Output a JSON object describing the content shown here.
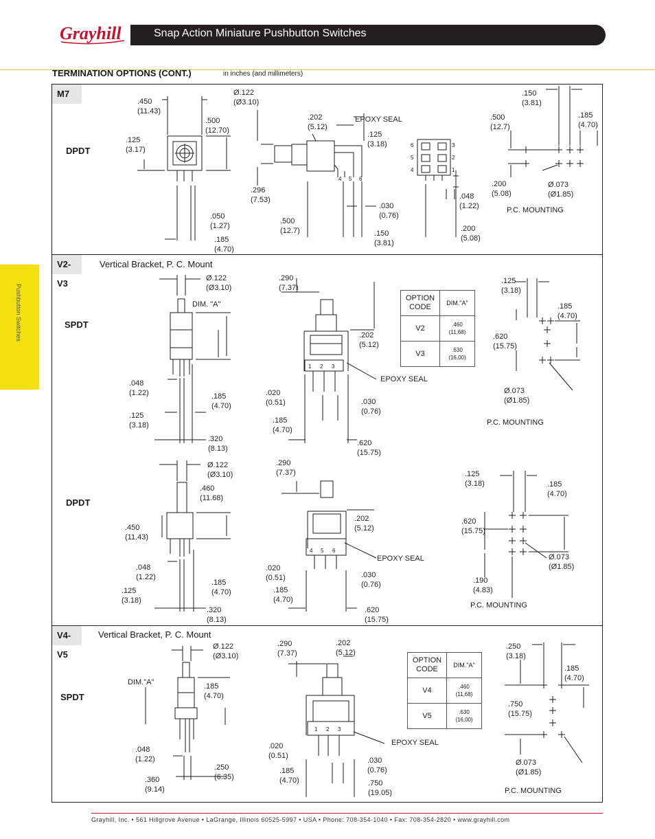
{
  "header": {
    "brand": "Grayhill",
    "title": "Snap Action Miniature Pushbutton Switches"
  },
  "side_tab": {
    "label": "Pushbutton Switches"
  },
  "section": {
    "title": "TERMINATION OPTIONS (CONT.)",
    "units": "in inches (and millimeters)"
  },
  "rows": [
    {
      "code": "M7",
      "poles": [
        "DPDT"
      ],
      "labels": [
        ".450\n(11.43)",
        ".125\n(3.17)",
        ".500\n(12.70)",
        "Ø.122\n(Ø3.10)",
        ".202\n(5.12)",
        "EPOXY SEAL",
        ".125\n(3.18)",
        ".296\n(7.53)",
        ".050\n(1.27)",
        ".185\n(4.70)",
        ".500\n(12.7)",
        ".030\n(0.76)",
        ".150\n(3.81)",
        ".048\n(1.22)",
        ".200\n(5.08)",
        ".150\n(3.81)",
        ".500\n(12.7)",
        ".185\n(4.70)",
        ".200\n(5.08)",
        "Ø.073\n(Ø1.85)"
      ],
      "pins": [
        "6",
        "5",
        "4",
        "3",
        "2",
        "1",
        "4",
        "5",
        "6"
      ],
      "caption": "P.C. MOUNTING"
    },
    {
      "code": "V2-V3",
      "description": "Vertical Bracket, P. C. Mount",
      "poles": [
        "SPDT",
        "DPDT"
      ],
      "labels": [
        "Ø.122\n(Ø3.10)",
        "DIM. \"A\"",
        ".048\n(1.22)",
        ".185\n(4.70)",
        ".125\n(3.18)",
        ".320\n(8.13)",
        ".290\n(7.37)",
        ".202\n(5.12)",
        "EPOXY SEAL",
        ".020\n(0.51)",
        ".030\n(0.76)",
        ".185\n(4.70)",
        ".620\n(15.75)",
        ".125\n(3.18)",
        ".185\n(4.70)",
        ".620\n(15.75)",
        "Ø.073\n(Ø1.85)",
        "Ø.122\n(Ø3.10)",
        ".460\n(11.68)",
        ".450\n(11.43)",
        ".048\n(1.22)",
        ".185\n(4.70)",
        ".125\n(3.18)",
        ".320\n(8.13)",
        ".290\n(7.37)",
        ".202\n(5.12)",
        "EPOXY SEAL",
        ".020\n(0.51)",
        ".030\n(0.76)",
        ".185\n(4.70)",
        ".620\n(15.75)",
        ".125\n(3.18)",
        ".185\n(4.70)",
        ".620\n(15.75)",
        "Ø.073\n(Ø1.85)",
        ".190\n(4.83)"
      ],
      "pins": [
        "1",
        "2",
        "3",
        "4",
        "5",
        "6"
      ],
      "captions": [
        "P.C. MOUNTING",
        "P.C. MOUNTING"
      ],
      "option_table": {
        "headers": [
          "OPTION CODE",
          "DIM.\"A\""
        ],
        "rows": [
          [
            "V2",
            ".460\n(11,68)"
          ],
          [
            "V3",
            ".630\n(16,00)"
          ]
        ]
      }
    },
    {
      "code": "V4-V5",
      "description": "Vertical Bracket, P. C. Mount",
      "poles": [
        "SPDT"
      ],
      "labels": [
        "Ø.122\n(Ø3.10)",
        "DIM.\"A\"",
        ".185\n(4.70)",
        ".048\n(1.22)",
        ".250\n(6.35)",
        ".360\n(9.14)",
        ".290\n(7.37)",
        ".202\n(5.12)",
        "EPOXY SEAL",
        ".020\n(0.51)",
        ".030\n(0.76)",
        ".185\n(4.70)",
        ".750\n(19.05)",
        ".250\n(3.18)",
        ".185\n(4.70)",
        ".750\n(15.75)",
        "Ø.073\n(Ø1.85)"
      ],
      "pins": [
        "1",
        "2",
        "3"
      ],
      "caption": "P.C. MOUNTING",
      "option_table": {
        "headers": [
          "OPTION CODE",
          "DIM.\"A\""
        ],
        "rows": [
          [
            "V4",
            ".460\n(11,68)"
          ],
          [
            "V5",
            ".630\n(16,00)"
          ]
        ]
      }
    }
  ],
  "footer": "Grayhill,  Inc.  •  561  Hillgrove  Avenue  •  LaGrange,  Illinois    60525-5997  •  USA  •  Phone:  708-354-1040  •  Fax:  708-354-2820  •  www.grayhill.com",
  "colors": {
    "brand_red": "#c8102e",
    "tab_yellow": "#f4e00e",
    "header_bar": "#231f20"
  }
}
